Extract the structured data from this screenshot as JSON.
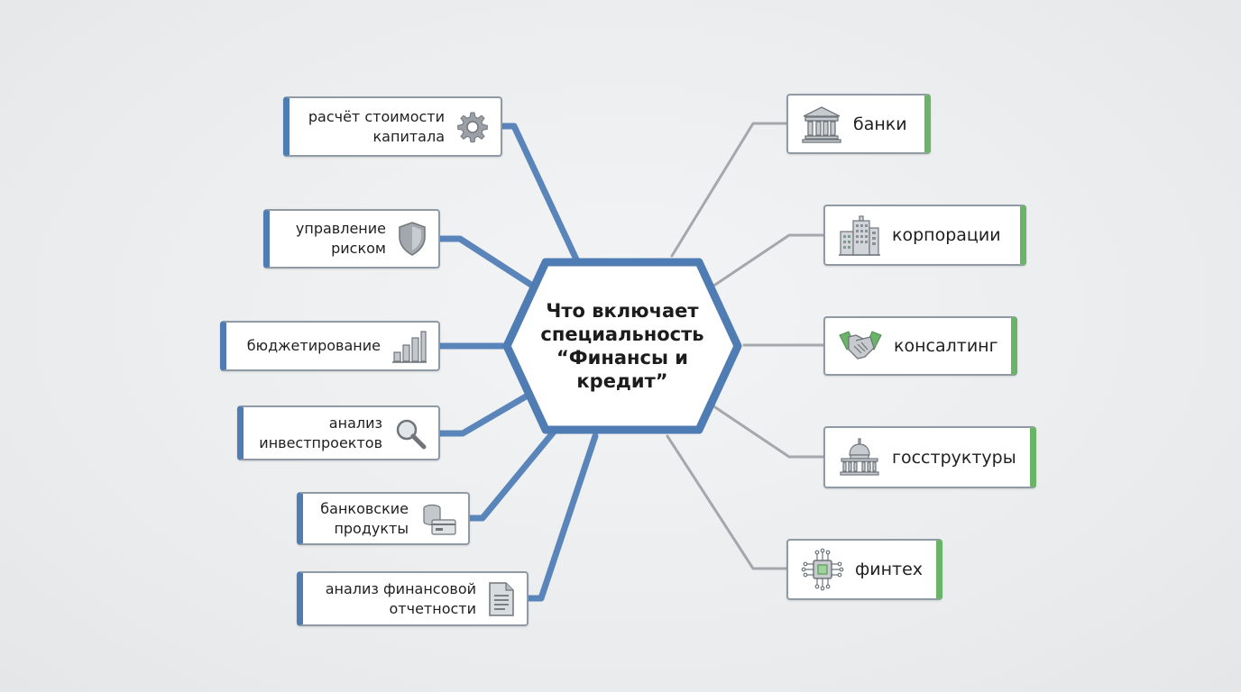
{
  "center": {
    "title": "Что включает специальность “Финансы и кредит”"
  },
  "competencies": [
    {
      "label": "расчёт стоимости капитала",
      "icon": "gear-icon"
    },
    {
      "label": "управление риском",
      "icon": "shield-icon"
    },
    {
      "label": "бюджетирование",
      "icon": "bar-chart-icon"
    },
    {
      "label": "анализ инвестпроектов",
      "icon": "magnifier-icon"
    },
    {
      "label": "банковские продукты",
      "icon": "coins-card-icon"
    },
    {
      "label": "анализ финансовой отчетности",
      "icon": "document-icon"
    }
  ],
  "employers": [
    {
      "label": "банки",
      "icon": "bank-building-icon"
    },
    {
      "label": "корпорации",
      "icon": "office-buildings-icon"
    },
    {
      "label": "консалтинг",
      "icon": "handshake-icon"
    },
    {
      "label": "госструктуры",
      "icon": "capitol-icon"
    },
    {
      "label": "финтех",
      "icon": "chip-icon"
    }
  ],
  "colors": {
    "left_accent": "#4f7db3",
    "right_accent": "#6cb36a",
    "left_connector": "#5a85bb",
    "right_connector": "#a4a8ad"
  }
}
